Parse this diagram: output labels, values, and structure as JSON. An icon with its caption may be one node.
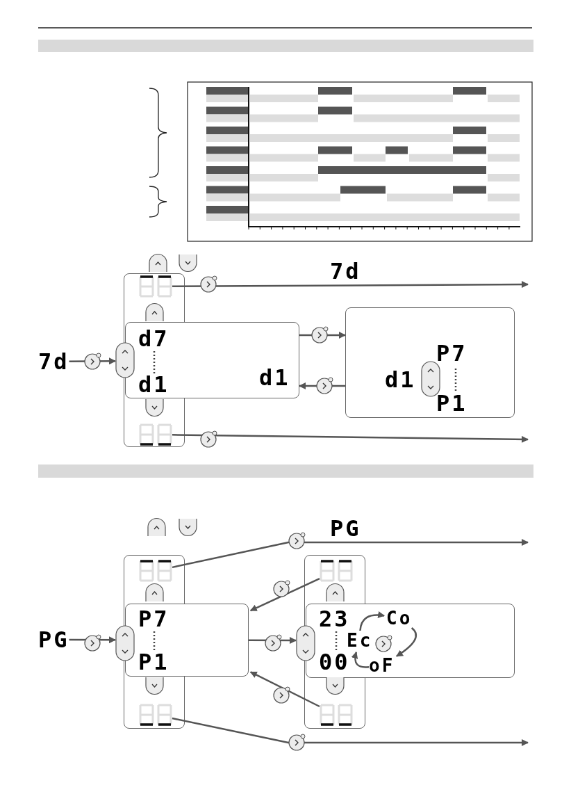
{
  "diagram": {
    "nodes": [
      {
        "text": [],
        "shape": "display"
      },
      {
        "text": [
          "7d"
        ]
      },
      {
        "text": [
          "d7",
          "d1",
          "d1"
        ]
      },
      {
        "text": [
          "P7",
          "d1",
          "P1"
        ]
      },
      {
        "text": [],
        "shape": "display"
      },
      {
        "text": [],
        "shape": "display"
      },
      {
        "text": [],
        "shape": "display"
      },
      {
        "text": [
          "PG"
        ]
      },
      {
        "text": [
          "P7",
          "P1"
        ]
      },
      {
        "text": [
          "23",
          "00"
        ]
      },
      {
        "text": [
          "Ec"
        ],
        "in": 9
      },
      {
        "text": [
          "Co"
        ],
        "in": 9
      },
      {
        "text": [
          "oF"
        ],
        "in": 9
      },
      {
        "text": [],
        "shape": "display"
      },
      {
        "text": [],
        "shape": "display"
      }
    ],
    "edges": [
      {
        "from": 0,
        "to": null,
        "arrow": "to"
      },
      {
        "from": 1,
        "to": 2,
        "arrow": "to"
      },
      {
        "from": 2,
        "to": 3,
        "arrow": "to"
      },
      {
        "from": 3,
        "to": 2,
        "arrow": "to"
      },
      {
        "from": 4,
        "to": null,
        "arrow": "to"
      },
      {
        "from": 5,
        "to": null,
        "arrow": "to"
      },
      {
        "from": 6,
        "to": 8,
        "arrow": "to"
      },
      {
        "from": 7,
        "to": 8,
        "arrow": "to"
      },
      {
        "from": 8,
        "to": 9,
        "arrow": "to"
      },
      {
        "from": 10,
        "to": 11,
        "arrow": "to"
      },
      {
        "from": 11,
        "to": 12,
        "arrow": "to"
      },
      {
        "from": 12,
        "to": 10,
        "arrow": "to"
      },
      {
        "from": 14,
        "to": 8,
        "arrow": "to"
      },
      {
        "from": 13,
        "to": null,
        "arrow": "to"
      }
    ],
    "labels": [
      "7d",
      "PG"
    ]
  }
}
